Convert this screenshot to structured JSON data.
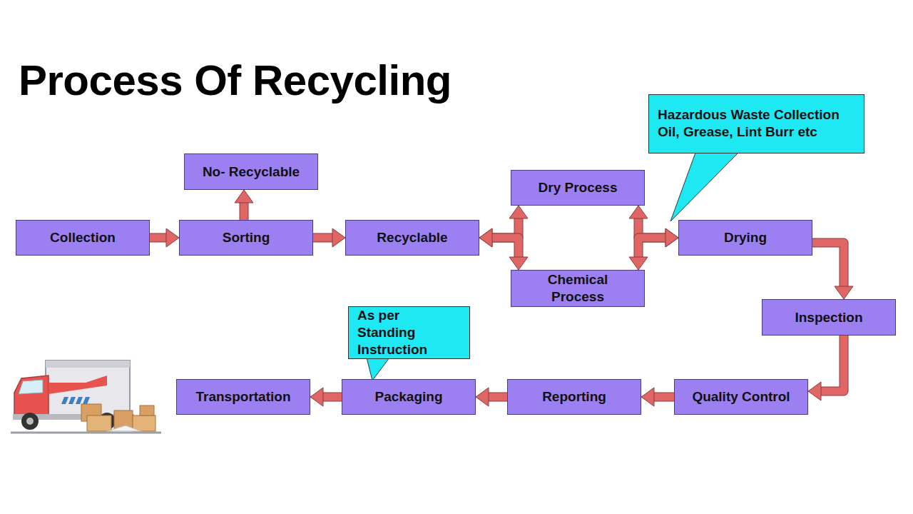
{
  "diagram": {
    "title": "Process Of Recycling",
    "nodes": [
      {
        "text": [
          "Collection"
        ]
      },
      {
        "text": [
          "No- Recyclable"
        ]
      },
      {
        "text": [
          "Sorting"
        ]
      },
      {
        "text": [
          "Recyclable"
        ]
      },
      {
        "text": [
          "Dry Process"
        ]
      },
      {
        "text": [
          "Chemical Process"
        ]
      },
      {
        "text": [
          "Hazardous Waste Collection Oil, Grease, Lint Burr etc"
        ]
      },
      {
        "text": [
          "Drying"
        ]
      },
      {
        "text": [
          "Inspection"
        ]
      },
      {
        "text": [
          "Quality Control"
        ]
      },
      {
        "text": [
          "Reporting"
        ]
      },
      {
        "text": [
          "As per Standing Instruction"
        ]
      },
      {
        "text": [
          "Packaging"
        ]
      },
      {
        "text": [
          "Transportation"
        ]
      }
    ],
    "edges": [
      {
        "from": 0,
        "to": 2,
        "arrow": "to"
      },
      {
        "from": 2,
        "to": 1,
        "arrow": "to"
      },
      {
        "from": 2,
        "to": 3,
        "arrow": "to"
      },
      {
        "from": 3,
        "to": 4,
        "arrow": "both"
      },
      {
        "from": 3,
        "to": 5,
        "arrow": "both"
      },
      {
        "from": 4,
        "to": 7,
        "arrow": "both"
      },
      {
        "from": 5,
        "to": 7,
        "arrow": "both"
      },
      {
        "from": 7,
        "to": 8,
        "arrow": "to"
      },
      {
        "from": 8,
        "to": 9,
        "arrow": "to"
      },
      {
        "from": 9,
        "to": 10,
        "arrow": "to"
      },
      {
        "from": 10,
        "to": 12,
        "arrow": "to"
      },
      {
        "from": 12,
        "to": 13,
        "arrow": "to"
      }
    ]
  }
}
